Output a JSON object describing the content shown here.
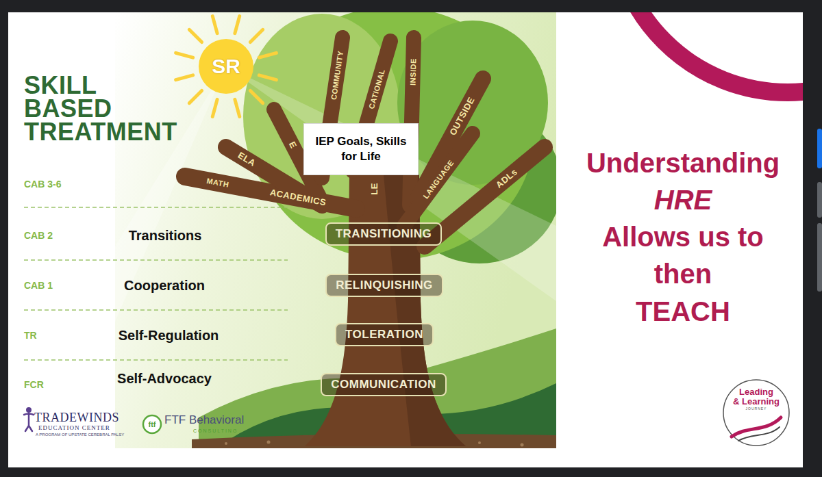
{
  "diagram": {
    "title": "SKILL BASED TREATMENT",
    "nodes": [
      {
        "text": [
          "SR"
        ]
      },
      {
        "text": [
          "IEP Goals, Skills for Life"
        ]
      },
      {
        "text": [
          "TRANSITIONING"
        ]
      },
      {
        "text": [
          "RELINQUISHING"
        ]
      },
      {
        "text": [
          "TOLERATION"
        ]
      },
      {
        "text": [
          "COMMUNICATION"
        ]
      }
    ],
    "labels": [
      "CAB 3-6",
      "CAB 2",
      "Transitions",
      "CAB 1",
      "Cooperation",
      "TR",
      "Self-Regulation",
      "FCR",
      "Self-Advocacy",
      "COMMUNITY",
      "CATIONAL",
      "INSIDE",
      "OUTSIDE",
      "E",
      "ELA",
      "MATH",
      "ACADEMICS",
      "LE",
      "LANGUAGE",
      "ADLs",
      "Understanding",
      "HRE",
      "Allows us to",
      "then",
      "TEACH",
      "TRADEWINDS",
      "EDUCATION CENTER",
      "A PROGRAM OF UPSTATE CEREBRAL PALSY",
      "ftf",
      "FTF Behavioral",
      "CONSULTING",
      "Leading",
      "& Learning",
      "JOURNEY"
    ]
  }
}
